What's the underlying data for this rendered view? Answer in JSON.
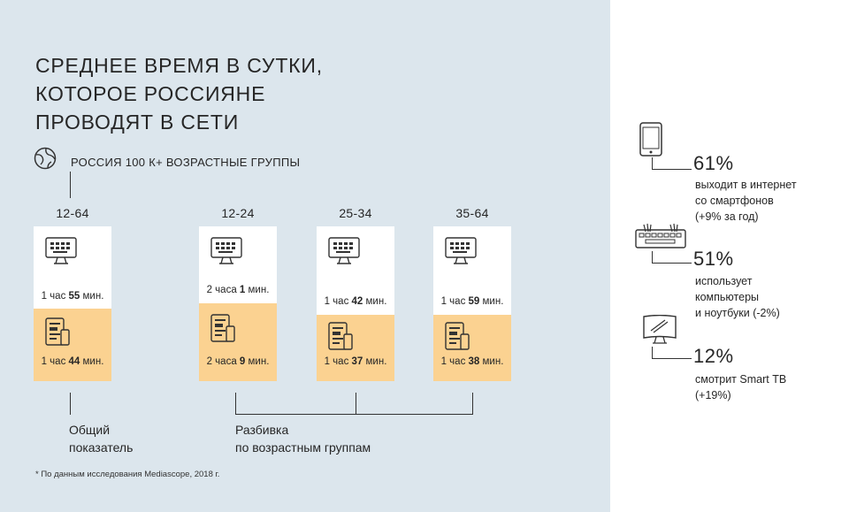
{
  "title_lines": [
    "СРЕДНЕЕ ВРЕМЯ В СУТКИ,",
    "КОТОРОЕ РОССИЯНЕ",
    "ПРОВОДЯТ В СЕТИ"
  ],
  "subtitle": "РОССИЯ 100 К+  ВОЗРАСТНЫЕ ГРУППЫ",
  "groups": [
    {
      "label": "12-64",
      "desktop": {
        "a": "1 час ",
        "b": "55",
        "c": " мин."
      },
      "mobile": {
        "a": "1 час ",
        "b": "44",
        "c": " мин."
      }
    },
    {
      "label": "12-24",
      "desktop": {
        "a": "2 часа ",
        "b": "1",
        "c": " мин."
      },
      "mobile": {
        "a": "2 часа ",
        "b": "9",
        "c": " мин."
      }
    },
    {
      "label": "25-34",
      "desktop": {
        "a": "1 час ",
        "b": "42",
        "c": " мин."
      },
      "mobile": {
        "a": "1 час ",
        "b": "37",
        "c": " мин."
      }
    },
    {
      "label": "35-64",
      "desktop": {
        "a": "1 час ",
        "b": "59",
        "c": " мин."
      },
      "mobile": {
        "a": "1 час ",
        "b": "38",
        "c": " мин."
      }
    }
  ],
  "notes": {
    "total": [
      "Общий",
      "показатель"
    ],
    "breakdown": [
      "Разбивка",
      "по возрастным группам"
    ]
  },
  "footnote": "*  По данным исследования Mediascope, 2018 г.",
  "stats": [
    {
      "icon": "smartphone-icon",
      "pct": "61%",
      "desc": [
        "выходит в интернет",
        "со смартфонов",
        "(+9% за год)"
      ]
    },
    {
      "icon": "laptop-keyboard-icon",
      "pct": "51%",
      "desc": [
        "использует",
        "компьютеры",
        "и ноутбуки (-2%)"
      ]
    },
    {
      "icon": "smart-tv-icon",
      "pct": "12%",
      "desc": [
        "смотрит Smart ТВ",
        "(+19%)"
      ]
    }
  ],
  "colors": {
    "panel": "#dce6ed",
    "desktop_card": "#ffffff",
    "mobile_card": "#fbd291",
    "text": "#262626"
  }
}
